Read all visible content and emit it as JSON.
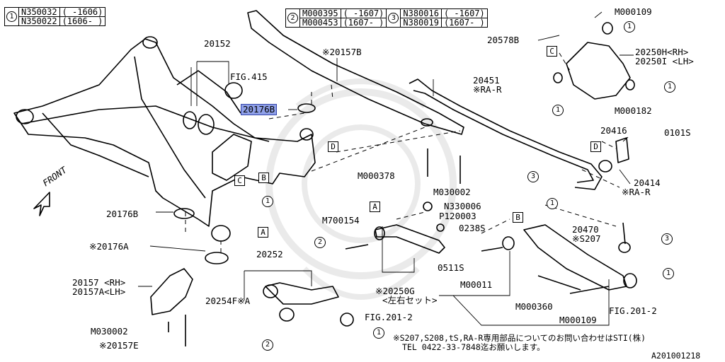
{
  "legend": {
    "one": {
      "num": "1",
      "rows": [
        [
          "N350032",
          "( -1606)"
        ],
        [
          "N350022",
          "(1606- )"
        ]
      ]
    },
    "two": {
      "num": "2",
      "rows": [
        [
          "M000395",
          "( -1607)"
        ],
        [
          "M000453",
          "(1607- )"
        ]
      ]
    },
    "three": {
      "num": "3",
      "rows": [
        [
          "N380016",
          "( -1607)"
        ],
        [
          "N380019",
          "(1607- )"
        ]
      ]
    }
  },
  "labels": {
    "p20152": "20152",
    "fig415": "FIG.415",
    "p20176b_hl": "20176B",
    "p20157b": "※20157B",
    "p20451": "20451",
    "p20451_sub": "※RA-R",
    "p20578b": "20578B",
    "m000109_top": "M000109",
    "p20250h": "20250H<RH>",
    "p20250i": "20250I <LH>",
    "m000182": "M000182",
    "p20416": "20416",
    "p0101s": "0101S",
    "p20414": "20414",
    "p20414_sub": "※RA-R",
    "m000378": "M000378",
    "m030002_mid": "M030002",
    "n330006": "N330006",
    "p120003": "P120003",
    "p0238s": "0238S",
    "m700154": "M700154",
    "p0511s": "0511S",
    "m00011": "M00011",
    "p20470": "20470",
    "p20470_sub": "※S207",
    "p20176b_left": "20176B",
    "p20176a": "※20176A",
    "p20252": "20252",
    "p20157rh": "20157 <RH>",
    "p20157alh": "20157A<LH>",
    "p20254f": "20254F※A",
    "m030002_bot": "M030002",
    "p20157e": "※20157E",
    "fig201_mid": "FIG.201-2",
    "fig201_right": "FIG.201-2",
    "p20250g": "※20250G",
    "p20250g_sub": "<左右セット>",
    "m000360": "M000360",
    "m000109_bot": "M000109",
    "front": "FRONT",
    "note_line1": "※S207,S208,tS,RA-R専用部品についてのお問い合わせはSTI(株)",
    "note_line2": "TEL 0422-33-7848迄お願いします。",
    "code": "A201001218"
  },
  "markers": {
    "a": "A",
    "b": "B",
    "c": "C",
    "d": "D",
    "c1": "1",
    "c2": "2",
    "c3": "3"
  }
}
